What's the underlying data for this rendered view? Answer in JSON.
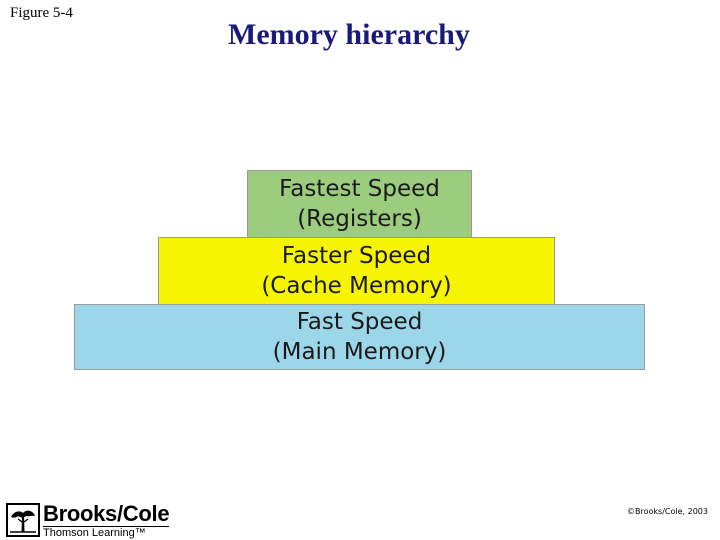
{
  "header": {
    "figure_label": "Figure 5-4",
    "title": "Memory hierarchy"
  },
  "hierarchy": {
    "tiers": [
      {
        "line1": "Fastest Speed",
        "line2": "(Registers)",
        "color": "#9ccd7e"
      },
      {
        "line1": "Faster Speed",
        "line2": "(Cache Memory)",
        "color": "#f7f400"
      },
      {
        "line1": "Fast Speed",
        "line2": "(Main Memory)",
        "color": "#9bd6e9"
      }
    ]
  },
  "footer": {
    "logo_brand": "Brooks/Cole",
    "logo_sub": "Thomson Learning™",
    "logo_icon": "tree-icon",
    "copyright": "©Brooks/Cole, 2003"
  },
  "colors": {
    "title": "#1a1a7a"
  }
}
